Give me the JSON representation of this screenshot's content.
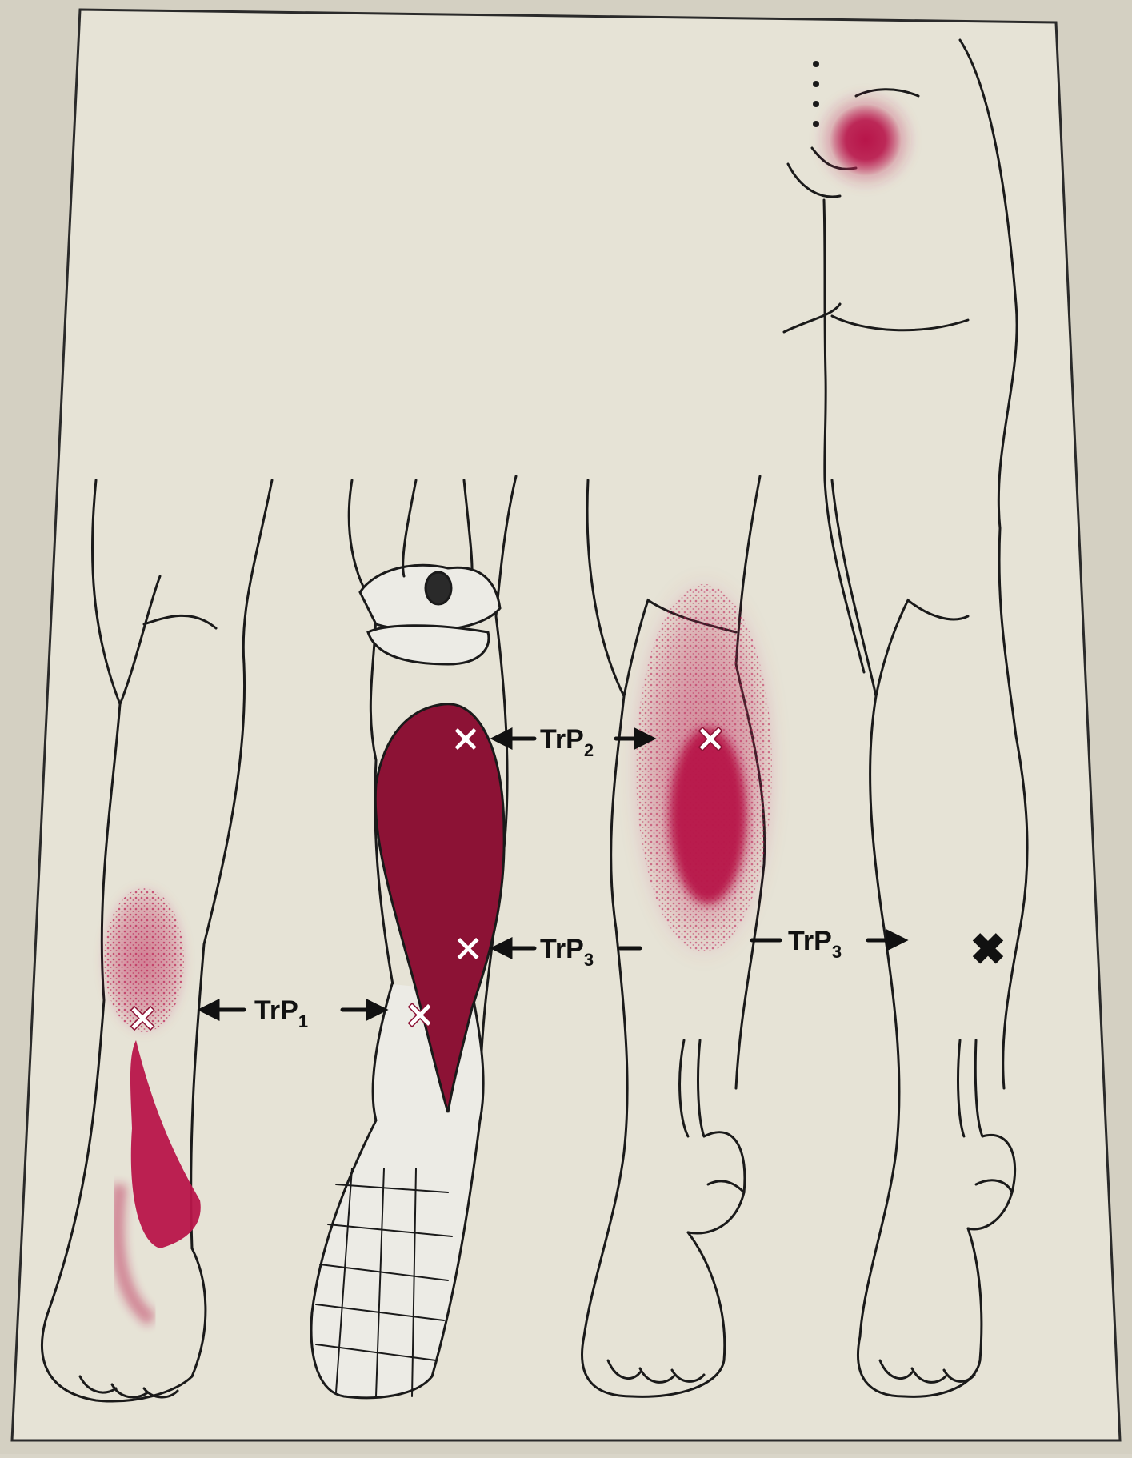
{
  "colors": {
    "paper": "#e6e3d6",
    "outer": "#d4d0c2",
    "ink": "#1a1a1a",
    "muscle": "#8c1235",
    "referred_pain": "#b8154a",
    "bone": "#ecebe5"
  },
  "labels": {
    "trp1": {
      "base": "TrP",
      "sub": "1"
    },
    "trp2": {
      "base": "TrP",
      "sub": "2"
    },
    "trp3_center": {
      "base": "TrP",
      "sub": "3"
    },
    "trp3_right": {
      "base": "TrP",
      "sub": "3"
    }
  },
  "markers": {
    "trigger_point_symbol": "×",
    "posterior_trigger_point_symbol": "✖"
  }
}
